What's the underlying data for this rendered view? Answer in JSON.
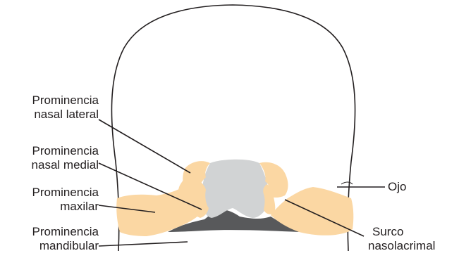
{
  "labels": {
    "prominencia_nasal_lateral": {
      "line1": "Prominencia",
      "line2": "nasal lateral"
    },
    "prominencia_nasal_medial": {
      "line1": "Prominencia",
      "line2": "nasal medial"
    },
    "prominencia_maxilar": {
      "line1": "Prominencia",
      "line2": "maxilar"
    },
    "prominencia_mandibular": {
      "line1": "Prominencia",
      "line2": "mandibular"
    },
    "ojo": {
      "text": "Ojo"
    },
    "surco_nasolacrimal": {
      "line1": "Surco",
      "line2": "nasolacrimal"
    }
  },
  "colors": {
    "outline": "#231f20",
    "prominence_fill": "#fbd7a3",
    "nasal_center_fill": "#d1d3d4",
    "mouth_fill": "#58595b",
    "background": "#ffffff"
  }
}
